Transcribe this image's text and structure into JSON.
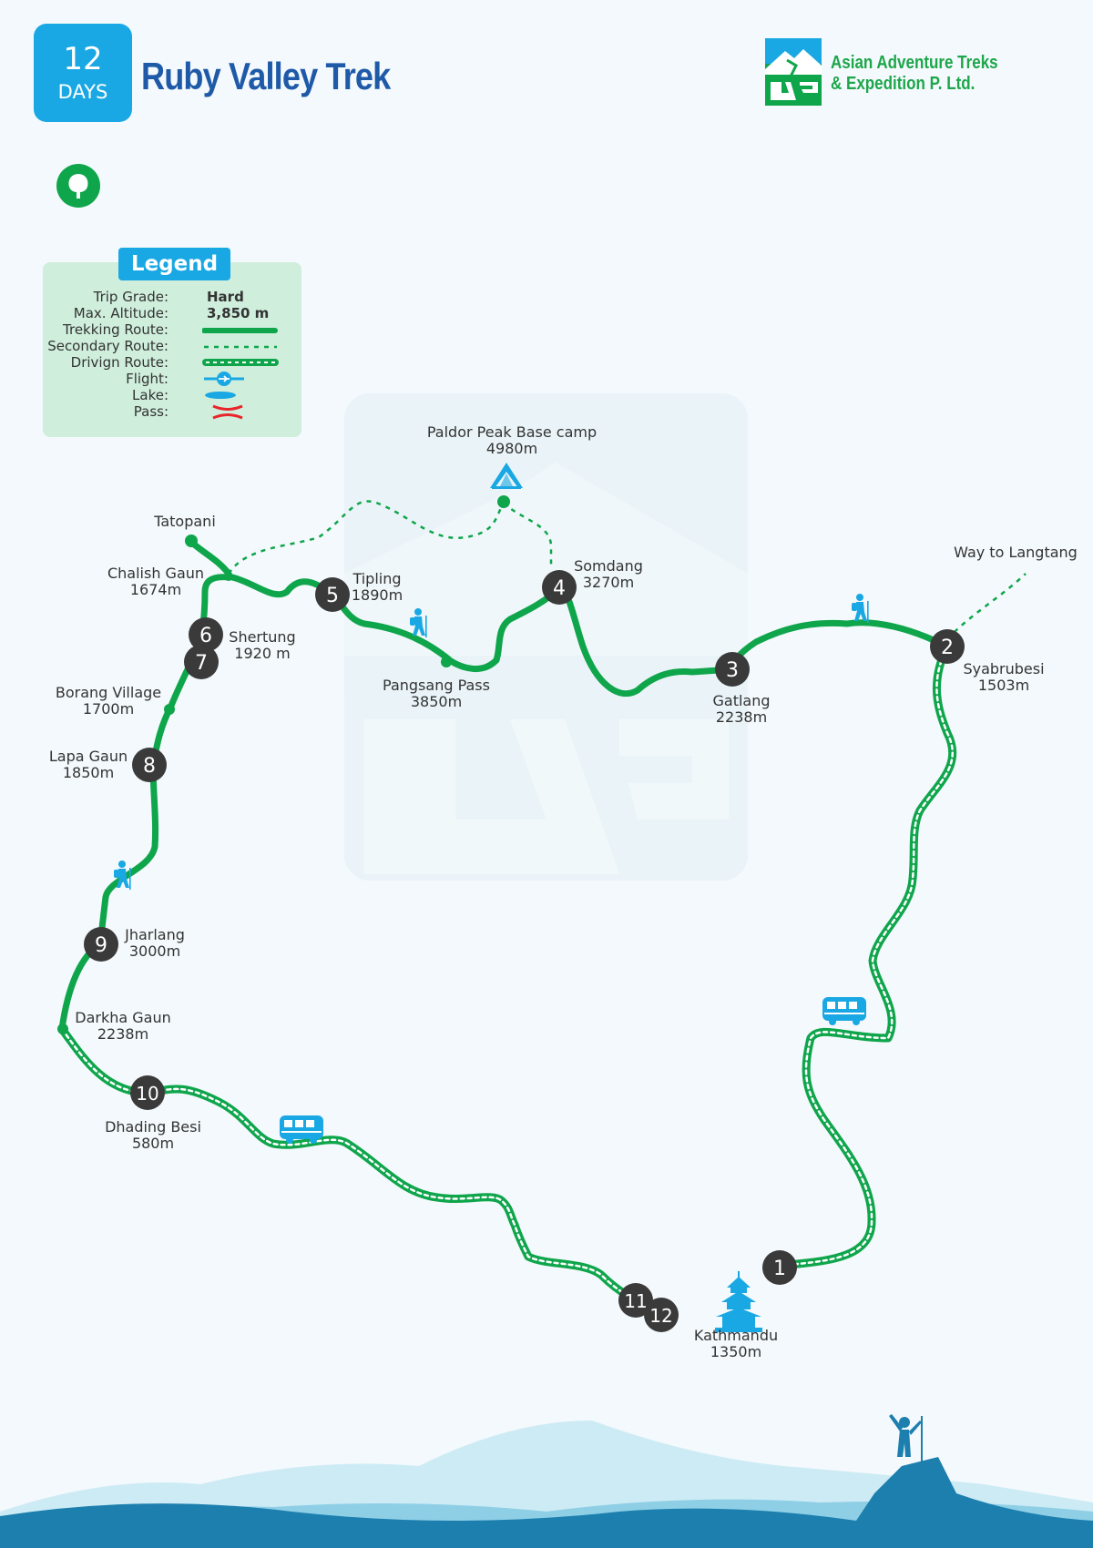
{
  "header": {
    "days_number": "12",
    "days_label": "DAYS",
    "title": "Ruby Valley Trek"
  },
  "company": {
    "name_line1": "Asian Adventure Treks",
    "name_line2": "& Expedition P. Ltd."
  },
  "legend": {
    "title": "Legend",
    "trip_grade_label": "Trip Grade:",
    "trip_grade_value": "Hard",
    "max_altitude_label": "Max. Altitude:",
    "max_altitude_value": "3,850 m",
    "trekking_route_label": "Trekking Route:",
    "secondary_route_label": "Secondary Route:",
    "driving_route_label": "Drivign Route:",
    "flight_label": "Flight:",
    "lake_label": "Lake:",
    "pass_label": "Pass:"
  },
  "stops": [
    {
      "number": "1",
      "name": "",
      "altitude": ""
    },
    {
      "number": "2",
      "name": "Syabrubesi",
      "altitude": "1503m"
    },
    {
      "number": "3",
      "name": "Gatlang",
      "altitude": "2238m"
    },
    {
      "number": "4",
      "name": "Somdang",
      "altitude": "3270m"
    },
    {
      "number": "5",
      "name": "Tipling",
      "altitude": "1890m"
    },
    {
      "number": "6",
      "name": "",
      "altitude": ""
    },
    {
      "number": "7",
      "name": "Shertung",
      "altitude": "1920 m"
    },
    {
      "number": "8",
      "name": "Lapa Gaun",
      "altitude": "1850m"
    },
    {
      "number": "9",
      "name": "Jharlang",
      "altitude": "3000m"
    },
    {
      "number": "10",
      "name": "Dhading Besi",
      "altitude": "580m"
    },
    {
      "number": "11",
      "name": "",
      "altitude": ""
    },
    {
      "number": "12",
      "name": "",
      "altitude": ""
    }
  ],
  "places": {
    "kathmandu": {
      "name": "Kathmandu",
      "altitude": "1350m"
    },
    "paldor": {
      "name": "Paldor Peak Base camp",
      "altitude": "4980m"
    },
    "tatopani": {
      "name": "Tatopani"
    },
    "chalish": {
      "name": "Chalish Gaun",
      "altitude": "1674m"
    },
    "pangsang": {
      "name": "Pangsang Pass",
      "altitude": "3850m"
    },
    "borang": {
      "name": "Borang Village",
      "altitude": "1700m"
    },
    "darkha": {
      "name": "Darkha Gaun",
      "altitude": "2238m"
    },
    "langtang": {
      "name": "Way to Langtang"
    }
  },
  "colors": {
    "route_green": "#0ea54b",
    "accent_blue": "#19a8e3",
    "title_blue": "#1f5aa8",
    "stop_circle": "#3a3a3a",
    "legend_bg": "#cfeedc",
    "pass_red": "#e8262c"
  },
  "icons": [
    "tree-icon",
    "hiker-icon",
    "bus-icon",
    "tent-icon",
    "temple-icon",
    "climber-icon",
    "company-logo"
  ]
}
